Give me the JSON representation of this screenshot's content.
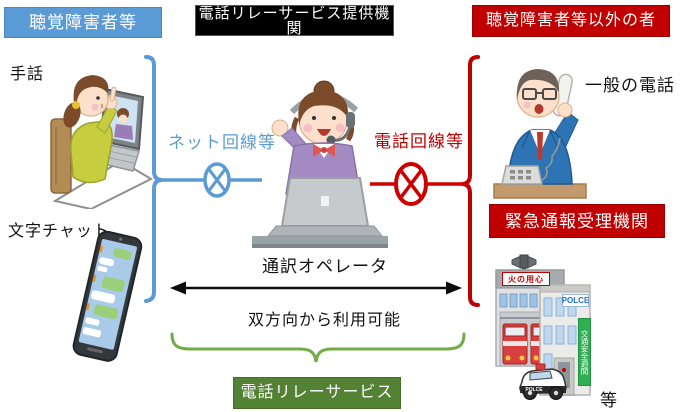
{
  "header": {
    "deaf_label": "聴覚障害者等",
    "provider_label": "電話リレーサービス提供機関",
    "hearing_label": "聴覚障害者等以外の者"
  },
  "left": {
    "sign_language_label": "手話",
    "text_chat_label": "文字チャット"
  },
  "center": {
    "net_line_label": "ネット回線等",
    "phone_line_label": "電話回線等",
    "operator_label": "通訳オペレータ",
    "bidirectional_label": "双方向から利用可能",
    "relay_service_label": "電話リレーサービス"
  },
  "right": {
    "general_phone_label": "一般の電話",
    "emergency_label": "緊急通報受理機関",
    "etc_label": "等",
    "building": {
      "fire_sign": "火の用心",
      "police_sign": "POLCE",
      "banner": "交通安全週間",
      "police_car_text": "POLCE"
    }
  },
  "colors": {
    "blue": "#5B9BD5",
    "red_box": "#C00000",
    "red_line": "#CC0000",
    "black_box": "#000000",
    "green_brace": "#70AD47",
    "green_box": "#548235"
  }
}
